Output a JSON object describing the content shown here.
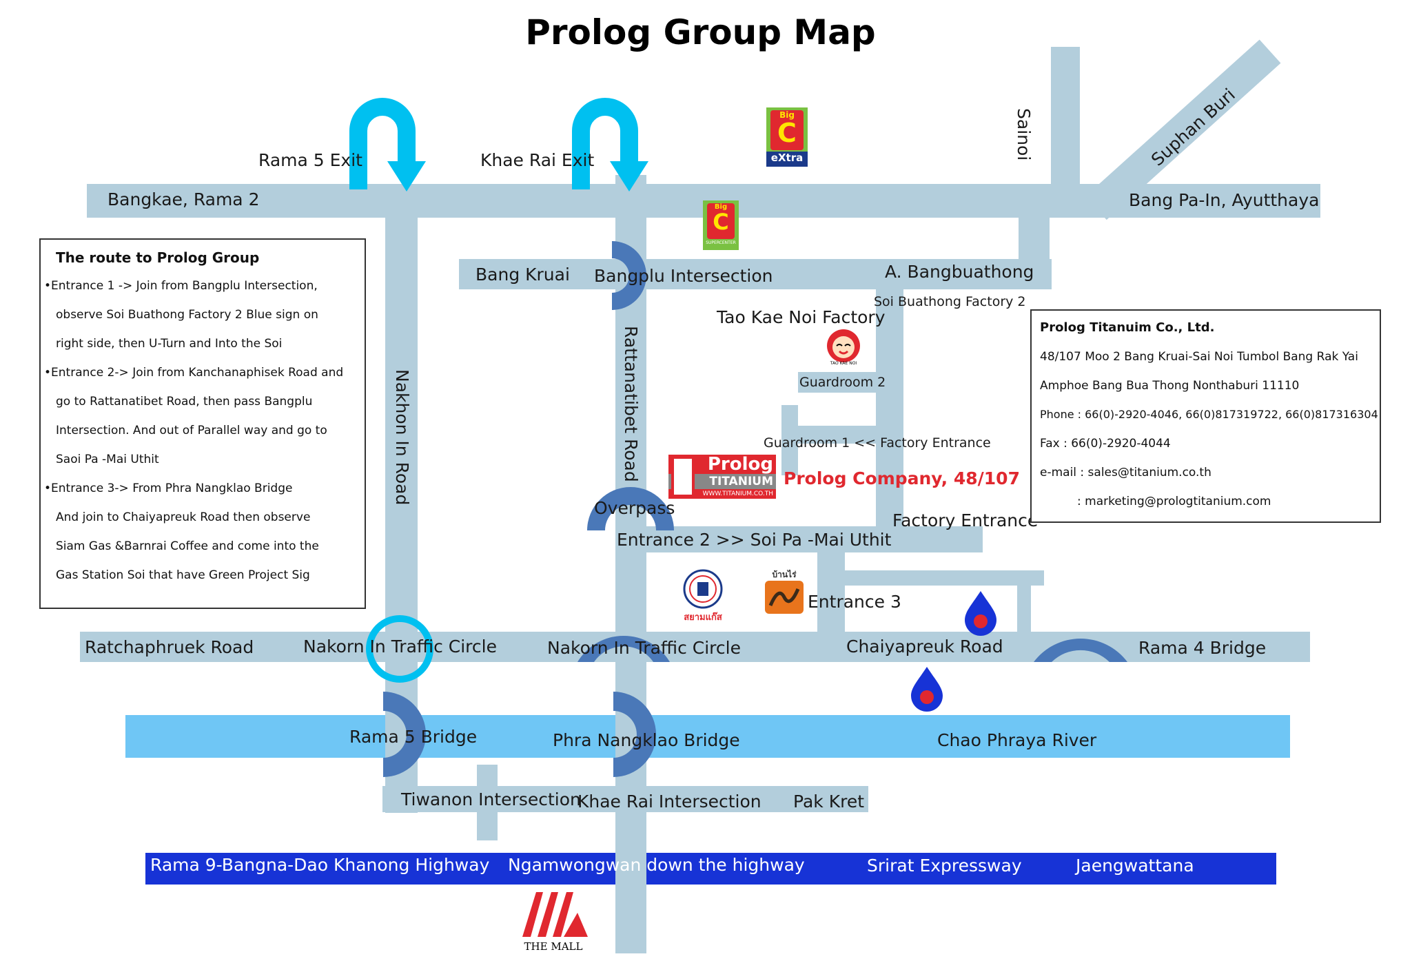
{
  "title": "Prolog Group Map",
  "colors": {
    "road": "#b3cedc",
    "river": "#6fc6f5",
    "highway": "#1733d6",
    "uturn": "#00c0f0",
    "bridge": "#4a78b8",
    "accent_red": "#e0282f"
  },
  "exits": {
    "rama5": "Rama 5 Exit",
    "khae_rai": "Khae Rai Exit"
  },
  "roads": {
    "bangkae": "Bangkae, Rama 2",
    "bang_pa_in": "Bang Pa-In, Ayutthaya",
    "sainoi": "Sainoi",
    "suphan_buri": "Suphan Buri",
    "bang_kruai": "Bang Kruai",
    "bangplu_intersection": "Bangplu Intersection",
    "a_bangbuathong": "A. Bangbuathong",
    "soi_buathong": "Soi Buathong Factory 2",
    "nakhon_in_road": "Nakhon In Road",
    "rattanatibet_road": "Rattanatibet Road",
    "overpass": "Overpass",
    "entrance2": "Entrance 2 >> Soi Pa -Mai Uthit",
    "factory_entrance": "Factory Entrance",
    "entrance3": "Entrance 3",
    "ratchaphruek": "Ratchaphruek Road",
    "nakorn_circle_1": "Nakorn In Traffic Circle",
    "nakorn_circle_2": "Nakorn In Traffic Circle",
    "chaiyapreuk": "Chaiyapreuk Road",
    "rama4_bridge": "Rama 4 Bridge",
    "rama5_bridge": "Rama 5 Bridge",
    "phra_nangklao": "Phra Nangklao Bridge",
    "chao_phraya": "Chao Phraya River",
    "tiwanon": "Tiwanon Intersection",
    "khae_rai_intersection": "Khae Rai Intersection",
    "pak_kret": "Pak Kret"
  },
  "highway_labels": [
    "Rama 9-Bangna-Dao Khanong Highway",
    "Ngamwongwan down the highway",
    "Srirat Expressway",
    "Jaengwattana"
  ],
  "places": {
    "tao_kae_noi": "Tao Kae Noi Factory",
    "tao_kae_noi_logo": "TAO KAE NOI",
    "guardroom2": "Guardroom 2",
    "guardroom1": "Guardroom 1 << Factory Entrance",
    "prolog_company": "Prolog Company, 48/107",
    "prolog_logo_main": "Prolog",
    "prolog_logo_sub": "TITANIUM",
    "prolog_logo_url": "WWW.TITANIUM.CO.TH",
    "bigc_extra": "eXtra",
    "bigc_big": "Big",
    "bigc_c": "C",
    "bigc_super": "SUPERCENTER",
    "siam_gas": "สยามแก๊ส",
    "barnrai": "บ้านไร่กาแฟ",
    "the_mall": "THE MALL"
  },
  "route_box": {
    "title": "The route to Prolog Group",
    "lines": [
      "•Entrance 1 -> Join from  Bangplu Intersection,",
      "observe  Soi Buathong Factory 2 Blue sign on",
      "right side, then U-Turn and Into the Soi",
      "•Entrance 2-> Join from  Kanchanaphisek Road and",
      "go to Rattanatibet  Road, then pass Bangplu",
      "Intersection. And out of Parallel way and go to",
      "Saoi Pa -Mai Uthit",
      "•Entrance 3-> From Phra Nangklao Bridge",
      "And join to Chaiyapreuk Road then observe",
      "Siam Gas &Barnrai Coffee and come into the",
      "Gas Station  Soi that have  Green Project Sig"
    ]
  },
  "company_box": {
    "name": "Prolog Titanuim Co., Ltd.",
    "address1": "48/107 Moo 2 Bang Kruai-Sai Noi Tumbol Bang Rak Yai",
    "address2": "Amphoe Bang Bua Thong Nonthaburi 11110",
    "phone": "Phone : 66(0)-2920-4046, 66(0)817319722, 66(0)817316304",
    "fax": "Fax : 66(0)-2920-4044",
    "email1": "e-mail : sales@titanium.co.th",
    "email2": ": marketing@prologtitanium.com"
  }
}
